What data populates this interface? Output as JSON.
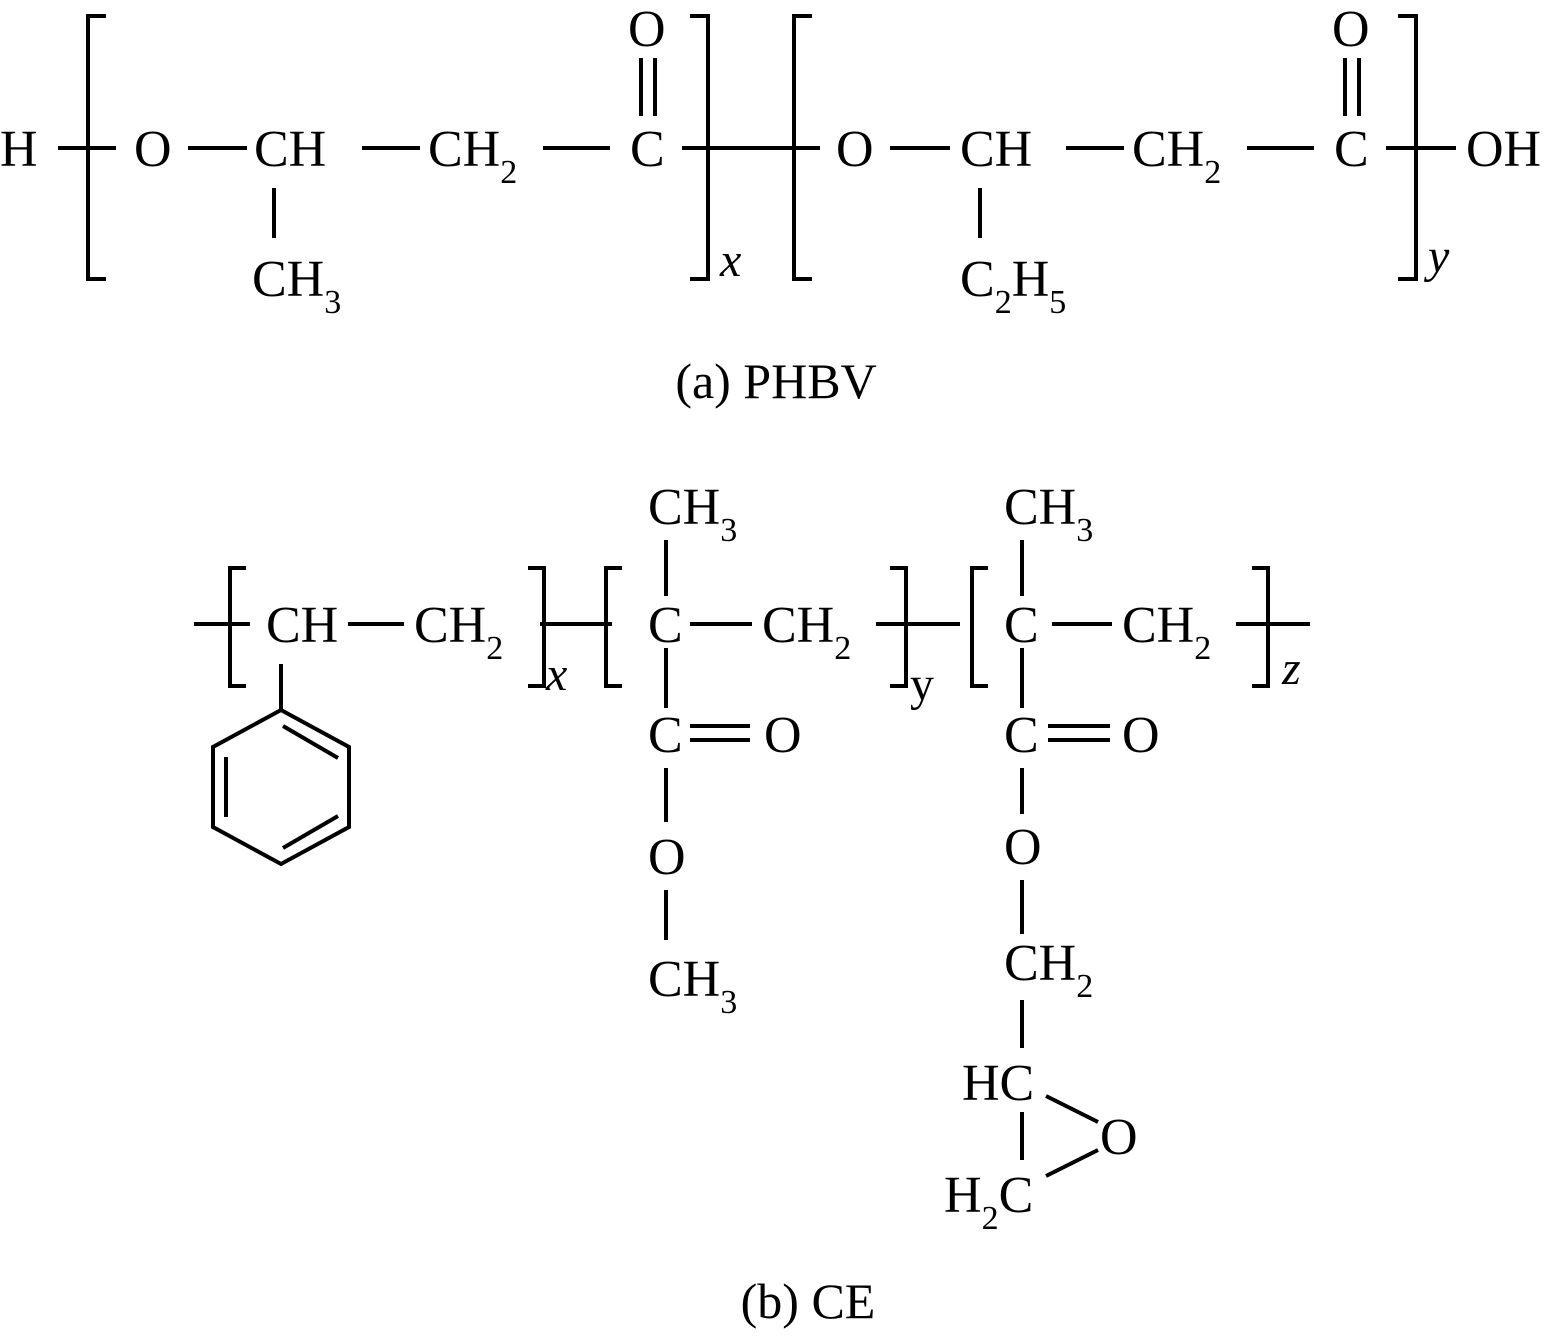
{
  "caption_a": "(a) PHBV",
  "caption_b": "(b) CE",
  "phbv": {
    "end_h": "H",
    "end_oh": "OH",
    "u1": {
      "o": "O",
      "ch": "CH",
      "ch2": "CH",
      "c": "C",
      "oxo": "O",
      "side": "CH",
      "sub": "3",
      "index": "x"
    },
    "u2": {
      "o": "O",
      "ch": "CH",
      "ch2": "CH",
      "c": "C",
      "oxo": "O",
      "side_c": "C",
      "side_h": "H",
      "sub1": "2",
      "sub2": "5",
      "index": "y"
    },
    "h2": "2"
  },
  "ce": {
    "styrene": {
      "ch": "CH",
      "ch2": "CH",
      "sub": "2",
      "index": "x"
    },
    "mma": {
      "top": "CH",
      "top_sub": "3",
      "c": "C",
      "ch2": "CH",
      "ch2_sub": "2",
      "cc": "C",
      "o_dbl": "O",
      "o": "O",
      "bottom": "CH",
      "bottom_sub": "3",
      "index": "y"
    },
    "gma": {
      "top": "CH",
      "top_sub": "3",
      "c": "C",
      "ch2": "CH",
      "ch2_sub": "2",
      "cc": "C",
      "o_dbl": "O",
      "o": "O",
      "link": "CH",
      "link_sub": "2",
      "hc": "HC",
      "ring_o": "O",
      "h2c_h": "H",
      "h2c_sub": "2",
      "h2c_c": "C",
      "index": "z"
    }
  }
}
